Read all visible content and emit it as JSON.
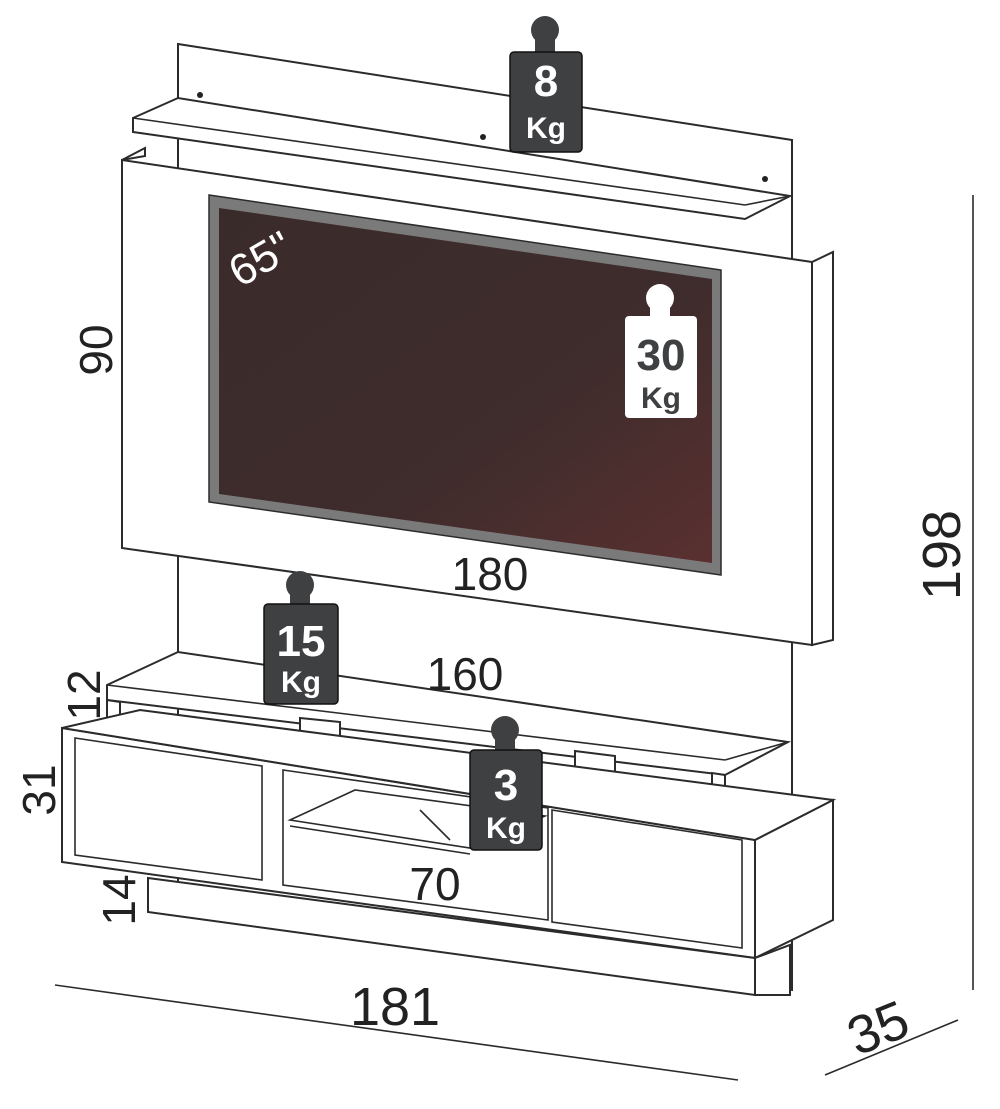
{
  "colors": {
    "outline": "#2b2b2b",
    "panel": "#ffffff",
    "screen": "#3a2b2b",
    "screen_glow": "#5a3030",
    "bezel": "#7a7a7a",
    "tag_dark": "#3f4042",
    "tag_light": "#ffffff"
  },
  "tv": {
    "size": "65\""
  },
  "dimensions": {
    "panel_height": "90",
    "panel_width": "180",
    "shelf_width": "160",
    "shelf_height": "12",
    "rack_height": "31",
    "base_height": "14",
    "niche_width": "70",
    "total_width": "181",
    "total_depth": "35",
    "total_height": "198"
  },
  "weight_tags": [
    {
      "id": "top-shelf",
      "value": "8",
      "unit": "Kg",
      "style": "dark"
    },
    {
      "id": "tv",
      "value": "30",
      "unit": "Kg",
      "style": "light"
    },
    {
      "id": "middle-shelf",
      "value": "15",
      "unit": "Kg",
      "style": "dark"
    },
    {
      "id": "glass-shelf",
      "value": "3",
      "unit": "Kg",
      "style": "dark"
    }
  ]
}
